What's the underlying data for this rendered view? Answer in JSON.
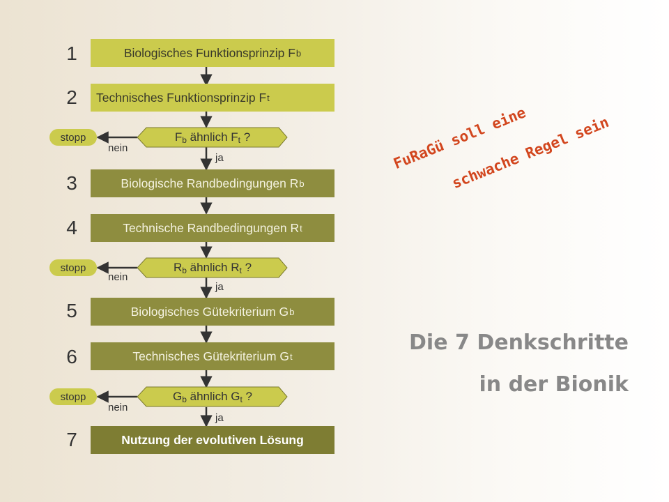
{
  "steps": [
    {
      "number": "1",
      "text": "Biologisches Funktionsprinzip F",
      "sub": "b"
    },
    {
      "number": "2",
      "text": "Technisches Funktionsprinzip F",
      "sub": "t"
    },
    {
      "number": "3",
      "text": "Biologische Randbedingungen R",
      "sub": "b"
    },
    {
      "number": "4",
      "text": "Technische Randbedingungen R",
      "sub": "t"
    },
    {
      "number": "5",
      "text": "Biologisches Gütekriterium G",
      "sub": "b"
    },
    {
      "number": "6",
      "text": "Technisches Gütekriterium G",
      "sub": "t"
    },
    {
      "number": "7",
      "text": "Nutzung der evolutiven Lösung",
      "sub": ""
    }
  ],
  "decisions": [
    {
      "a": "F",
      "a_sub": "b",
      "mid": " ähnlich F",
      "b_sub": "t",
      "end": " ?",
      "yes": "ja",
      "no": "nein",
      "stop": "stopp"
    },
    {
      "a": "R",
      "a_sub": "b",
      "mid": " ähnlich R",
      "b_sub": "t",
      "end": " ?",
      "yes": "ja",
      "no": "nein",
      "stop": "stopp"
    },
    {
      "a": "G",
      "a_sub": "b",
      "mid": " ähnlich G",
      "b_sub": "t",
      "end": " ?",
      "yes": "ja",
      "no": "nein",
      "stop": "stopp"
    }
  ],
  "title": {
    "line1": "Die 7 Denkschritte",
    "line2": "in der Bionik"
  },
  "annotation": {
    "line1": "FuRaGü soll eine",
    "line2": "schwache Regel sein"
  },
  "colors": {
    "box_light": "#cbcb4d",
    "box_mid": "#8e8d3f",
    "box_dark": "#7e7d33",
    "title": "#888888",
    "annotation": "#d2461e"
  }
}
